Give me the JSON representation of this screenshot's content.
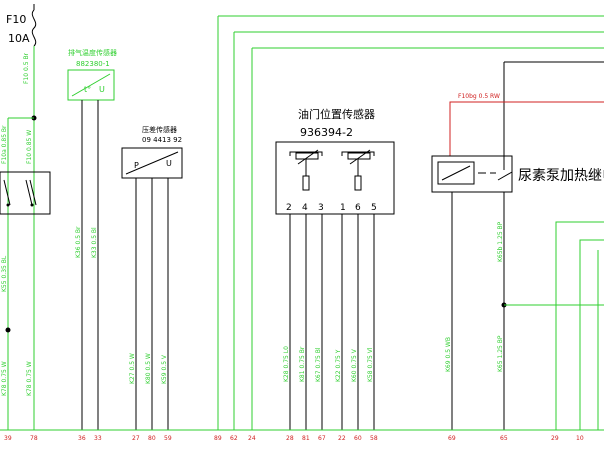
{
  "fuse": {
    "id": "F10",
    "rating": "10A"
  },
  "exhaust_temp_sensor": {
    "title": "排气温度传感器",
    "part": "882380-1",
    "pin_left": "t°",
    "pin_right": "U"
  },
  "pressure_sensor": {
    "title": "压差传感器",
    "part": "09 4413 92",
    "pin_left": "P",
    "pin_right": "U"
  },
  "throttle_sensor": {
    "title": "油门位置传感器",
    "part": "936394-2",
    "pins": [
      "2",
      "4",
      "3",
      "1",
      "6",
      "5"
    ]
  },
  "urea_relay": {
    "title": "尿素泵加热继电"
  },
  "red_wire_label": "F10bg 0.5 RW",
  "wire_labels": {
    "fuse_out": "F10 0.5 Br",
    "relay_a": "F10a 0.85 Br",
    "relay_b": "F10 0.85 W",
    "left_mid": "K55 0.35 BL",
    "left_lo1": "K78 0.75 W",
    "left_lo2": "K78 0.75 W",
    "exh_a": "K36 0.5 Br",
    "exh_b": "K33 0.5 Bl",
    "prs_a": "K27 0.5 W",
    "prs_b": "K80 0.5 W",
    "prs_c": "K59 0.5 V",
    "thr_1": "K28 0.75 L0",
    "thr_2": "K81 0.75 Br",
    "thr_3": "K67 0.75 Bl",
    "thr_4": "K22 0.75 Y",
    "thr_5": "K60 0.75 V",
    "thr_6": "K58 0.75 Vl",
    "rel_69": "K69 0.5 WB",
    "rel_65a": "K65b 1.25 BP",
    "rel_65b": "K65 1.25 BP"
  },
  "connector_pins": [
    "39",
    "78",
    "36",
    "33",
    "27",
    "80",
    "59",
    "89",
    "62",
    "24",
    "28",
    "81",
    "67",
    "22",
    "60",
    "58",
    "69",
    "65",
    "29",
    "10"
  ]
}
